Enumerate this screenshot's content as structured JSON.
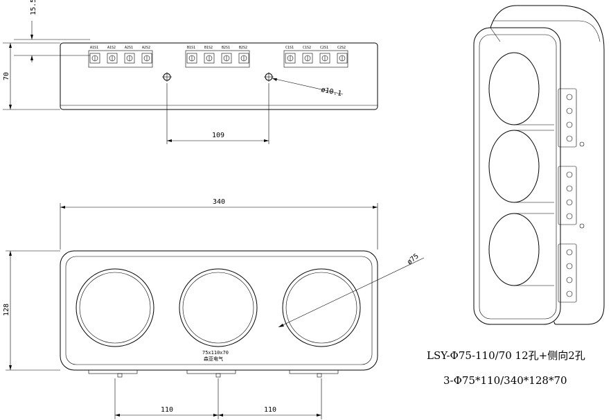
{
  "dimensions": {
    "top_height": "15.5",
    "body_height": "70",
    "hole_spacing": "109",
    "hole_diameter": "ø10.1",
    "overall_width": "340",
    "overall_height": "128",
    "window_diameter": "ø75",
    "pitch_left": "110",
    "pitch_right": "110"
  },
  "terminals": {
    "group_a": [
      "A1S1",
      "A1S2",
      "A2S1",
      "A2S2"
    ],
    "group_b": [
      "B1S1",
      "B1S2",
      "B2S1",
      "B2S2"
    ],
    "group_c": [
      "C1S1",
      "C1S2",
      "C2S1",
      "C2S2"
    ]
  },
  "nameplate": {
    "size": "75x110x70",
    "maker": "森亚电气"
  },
  "caption": {
    "line1": "LSY-Φ75-110/70  12孔+侧向2孔",
    "line2": "3-Φ75*110/340*128*70"
  }
}
